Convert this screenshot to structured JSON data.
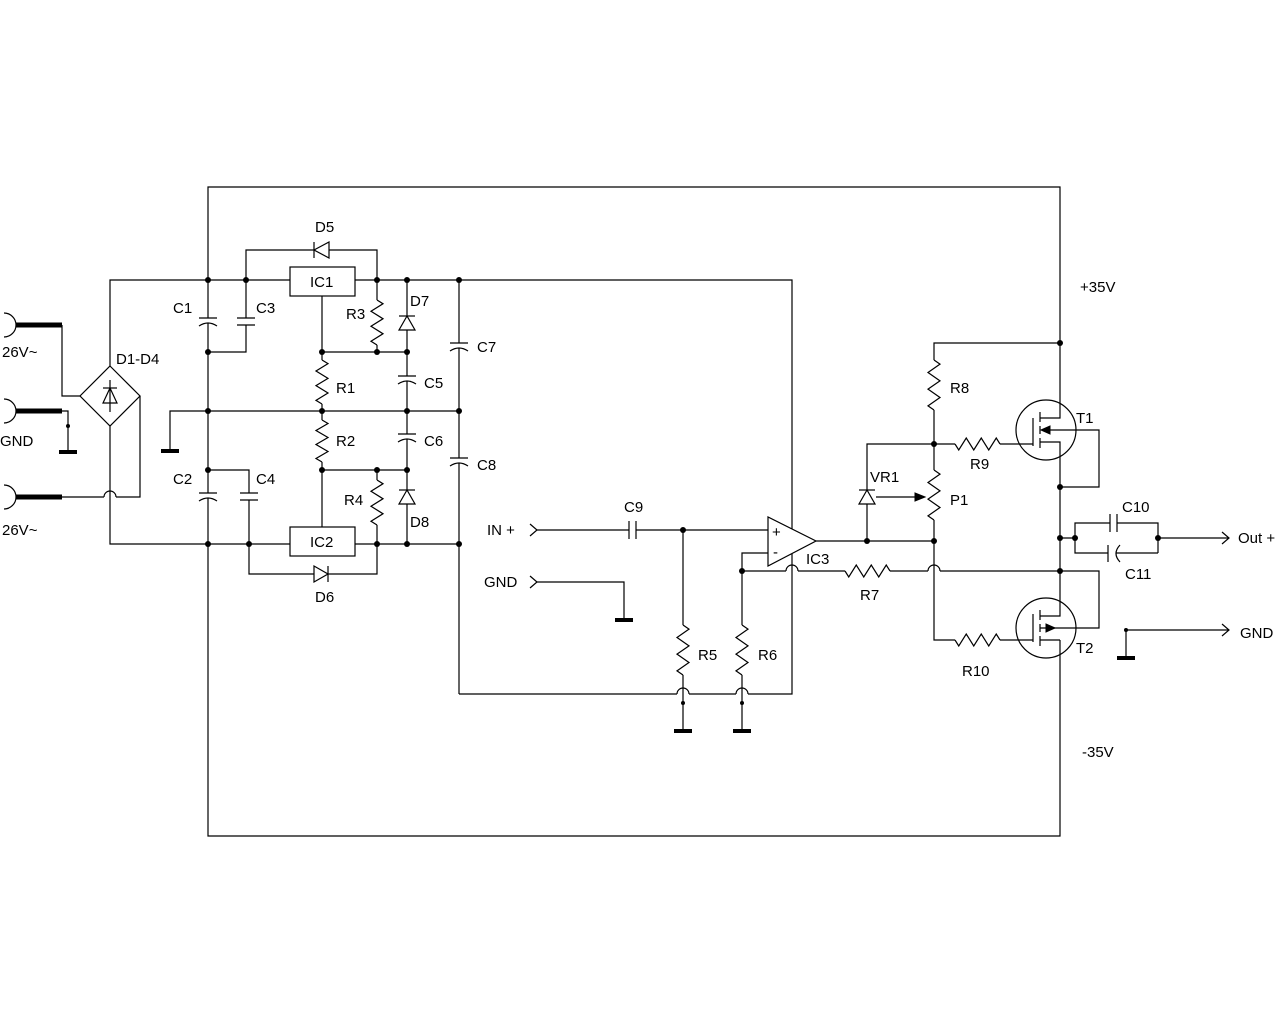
{
  "inputs": {
    "ac_in_1": "26V~",
    "ac_gnd": "GND",
    "ac_in_2": "26V~",
    "signal_in": "IN +",
    "signal_gnd": "GND"
  },
  "outputs": {
    "out_plus": "Out +",
    "out_gnd": "GND"
  },
  "rails": {
    "positive": "+35V",
    "negative": "-35V"
  },
  "components": {
    "bridge": "D1-D4",
    "c1": "C1",
    "c2": "C2",
    "c3": "C3",
    "c4": "C4",
    "c5": "C5",
    "c6": "C6",
    "c7": "C7",
    "c8": "C8",
    "c9": "C9",
    "c10": "C10",
    "c11": "C11",
    "d5": "D5",
    "d6": "D6",
    "d7": "D7",
    "d8": "D8",
    "r1": "R1",
    "r2": "R2",
    "r3": "R3",
    "r4": "R4",
    "r5": "R5",
    "r6": "R6",
    "r7": "R7",
    "r8": "R8",
    "r9": "R9",
    "r10": "R10",
    "ic1": "IC1",
    "ic2": "IC2",
    "ic3": "IC3",
    "vr1": "VR1",
    "p1": "P1",
    "t1": "T1",
    "t2": "T2"
  },
  "opamp_pins": {
    "non_inverting": "+",
    "inverting": "-"
  },
  "colors": {
    "wire": "#000000",
    "background": "#ffffff"
  }
}
